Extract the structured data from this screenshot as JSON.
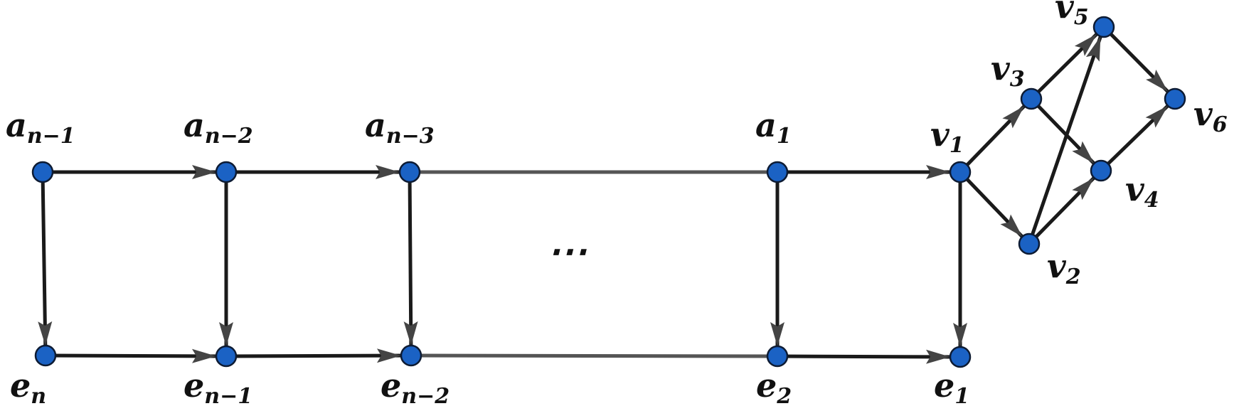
{
  "colors": {
    "node_fill": "#1b62c4",
    "node_stroke": "#0d1b33",
    "edge": "#1a1a1a",
    "arrowhead": "#444444",
    "faded_edge": "#555555"
  },
  "ellipsis": "⋯",
  "nodes": [
    {
      "id": "a_n_1",
      "main": "a",
      "sub": "n−1"
    },
    {
      "id": "a_n_2",
      "main": "a",
      "sub": "n−2"
    },
    {
      "id": "a_n_3",
      "main": "a",
      "sub": "n−3"
    },
    {
      "id": "a_1",
      "main": "a",
      "sub": "1"
    },
    {
      "id": "v_1",
      "main": "v",
      "sub": "1"
    },
    {
      "id": "v_2",
      "main": "v",
      "sub": "2"
    },
    {
      "id": "v_3",
      "main": "v",
      "sub": "3"
    },
    {
      "id": "v_4",
      "main": "v",
      "sub": "4"
    },
    {
      "id": "v_5",
      "main": "v",
      "sub": "5"
    },
    {
      "id": "v_6",
      "main": "v",
      "sub": "6"
    },
    {
      "id": "e_n",
      "main": "e",
      "sub": "n"
    },
    {
      "id": "e_n_1",
      "main": "e",
      "sub": "n−1"
    },
    {
      "id": "e_n_2",
      "main": "e",
      "sub": "n−2"
    },
    {
      "id": "e_2",
      "main": "e",
      "sub": "2"
    },
    {
      "id": "e_1",
      "main": "e",
      "sub": "1"
    }
  ],
  "edges": [
    {
      "from": "a_n_1",
      "to": "a_n_2",
      "arrow": true
    },
    {
      "from": "a_n_2",
      "to": "a_n_3",
      "arrow": true
    },
    {
      "from": "a_n_3",
      "to": "a_1",
      "arrow": false,
      "faded": true
    },
    {
      "from": "a_1",
      "to": "v_1",
      "arrow": true
    },
    {
      "from": "a_n_1",
      "to": "e_n",
      "arrow": true
    },
    {
      "from": "a_n_2",
      "to": "e_n_1",
      "arrow": true
    },
    {
      "from": "a_n_3",
      "to": "e_n_2",
      "arrow": true
    },
    {
      "from": "a_1",
      "to": "e_2",
      "arrow": true
    },
    {
      "from": "v_1",
      "to": "e_1",
      "arrow": true
    },
    {
      "from": "e_n",
      "to": "e_n_1",
      "arrow": true
    },
    {
      "from": "e_n_1",
      "to": "e_n_2",
      "arrow": true
    },
    {
      "from": "e_n_2",
      "to": "e_2",
      "arrow": false,
      "faded": true
    },
    {
      "from": "e_2",
      "to": "e_1",
      "arrow": true
    },
    {
      "from": "v_1",
      "to": "v_3",
      "arrow": true
    },
    {
      "from": "v_1",
      "to": "v_2",
      "arrow": true
    },
    {
      "from": "v_3",
      "to": "v_5",
      "arrow": true
    },
    {
      "from": "v_3",
      "to": "v_4",
      "arrow": true
    },
    {
      "from": "v_2",
      "to": "v_4",
      "arrow": true
    },
    {
      "from": "v_2",
      "to": "v_5",
      "arrow": true
    },
    {
      "from": "v_5",
      "to": "v_6",
      "arrow": true
    },
    {
      "from": "v_4",
      "to": "v_6",
      "arrow": true
    }
  ]
}
